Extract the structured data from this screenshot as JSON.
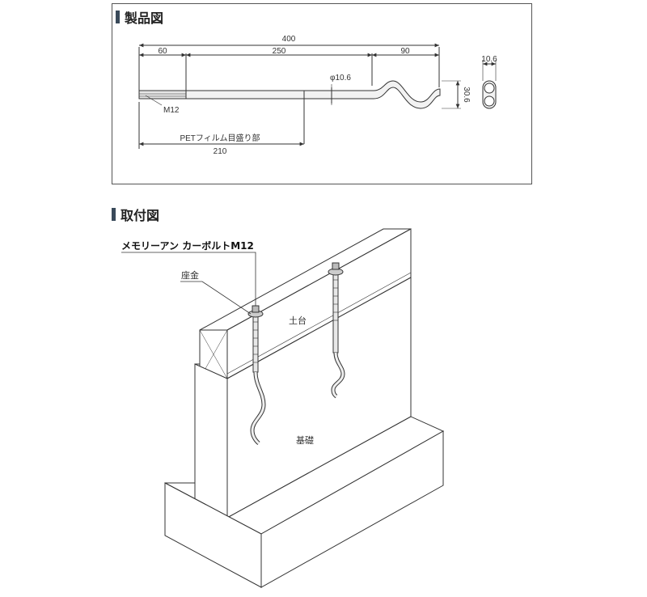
{
  "sections": {
    "product_drawing": "製品図",
    "installation_drawing": "取付図"
  },
  "product": {
    "dim_total": "400",
    "dim_thread": "60",
    "dim_middle": "250",
    "dim_hook": "90",
    "dim_diameter": "φ10.6",
    "dim_hook_height": "30.6",
    "dim_cross_section": "10.6",
    "thread_label": "M12",
    "pet_film_label": "PETフィルム目盛り部",
    "dim_pet_film": "210"
  },
  "installation": {
    "bolt_label": "メモリーアン カーボルトM12",
    "washer_label": "座金",
    "sill_label": "土台",
    "foundation_label": "基礎"
  }
}
